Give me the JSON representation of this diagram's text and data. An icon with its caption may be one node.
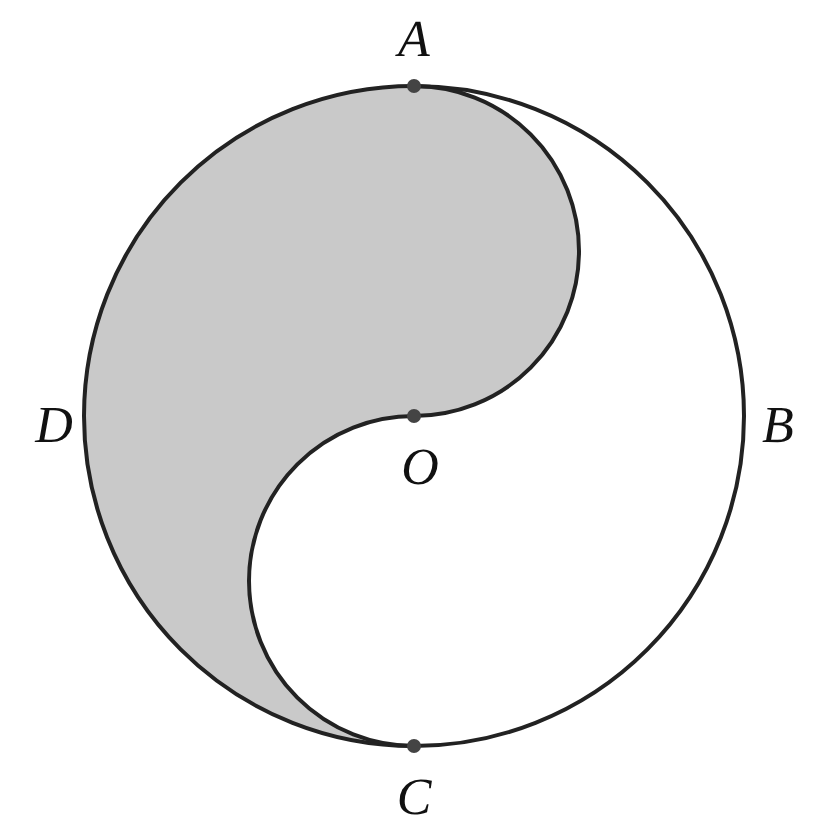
{
  "diagram": {
    "labels": [
      "A",
      "D",
      "O",
      "B",
      "C"
    ]
  }
}
